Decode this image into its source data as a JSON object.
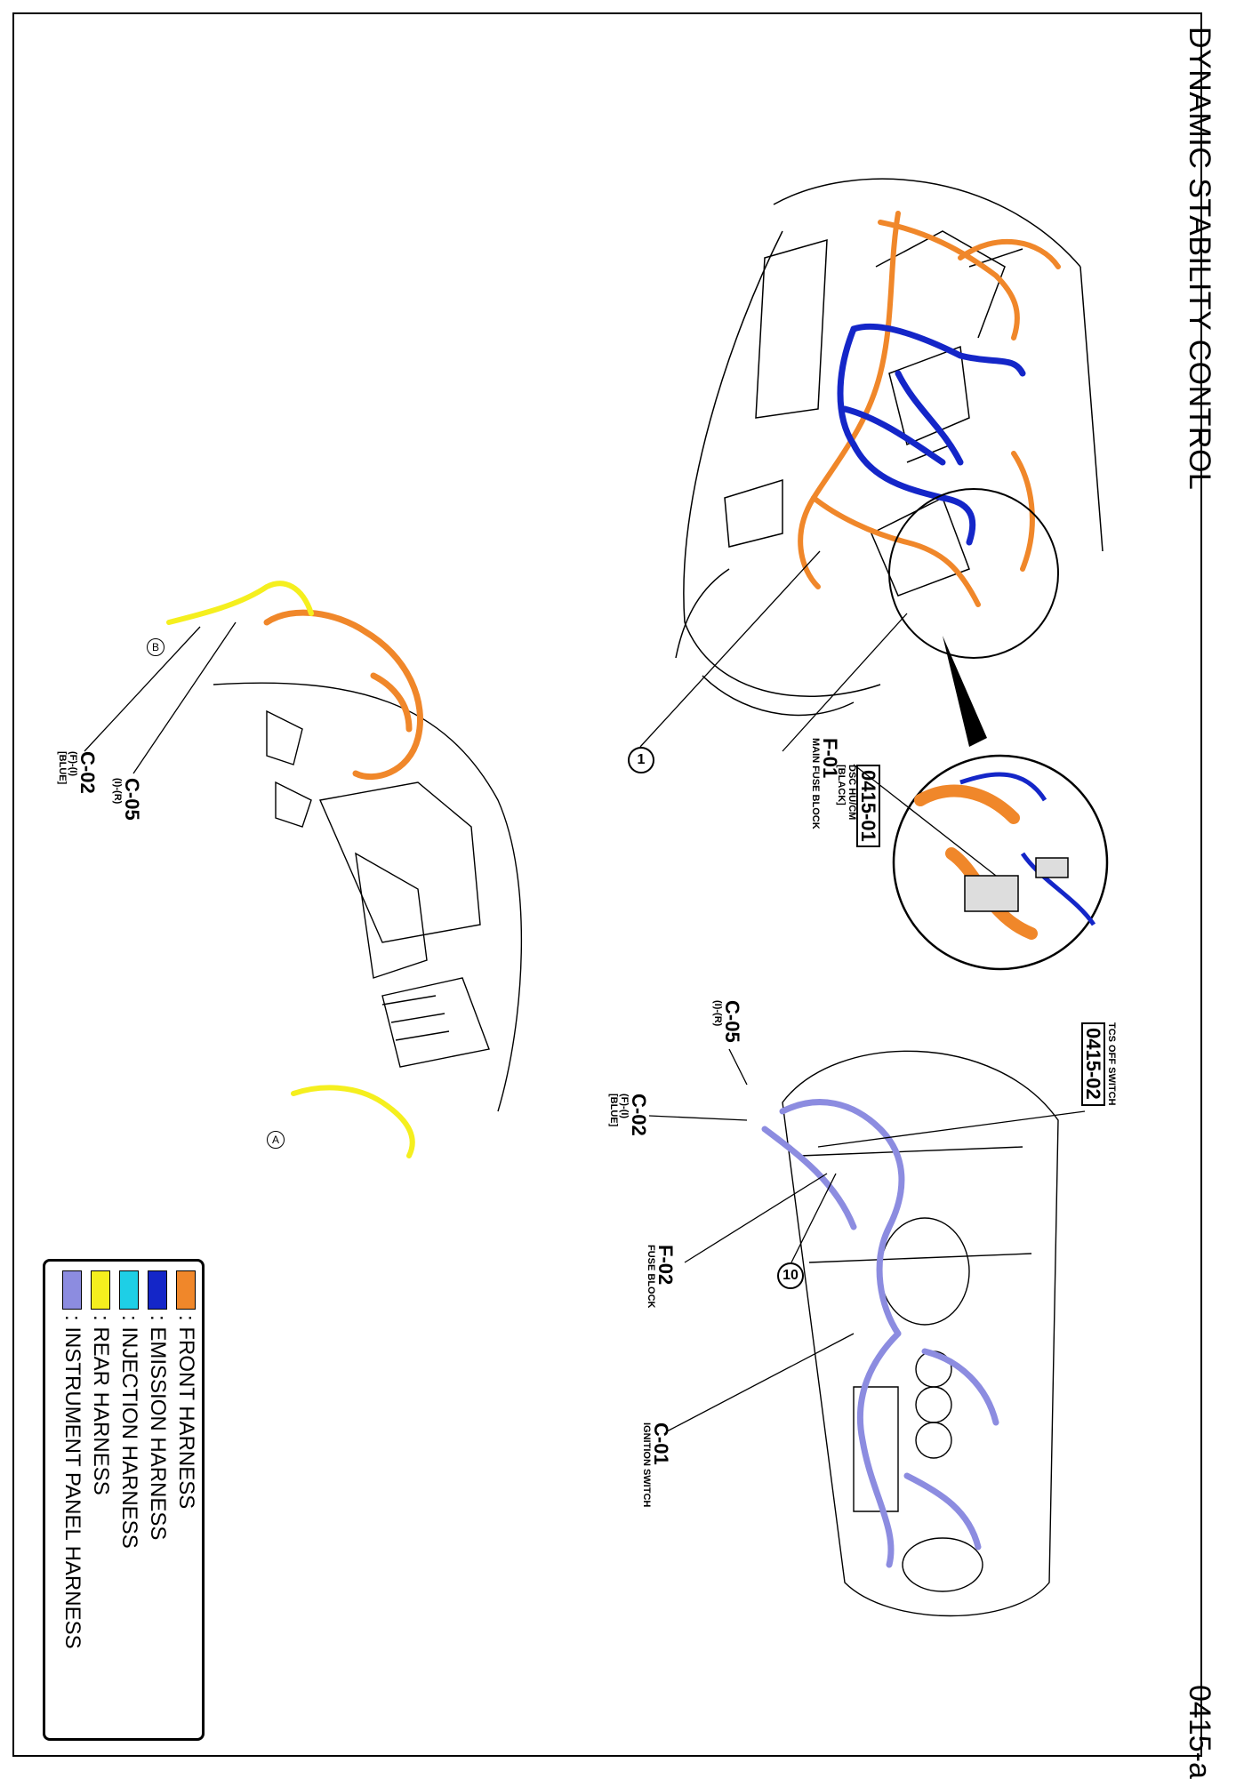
{
  "header": {
    "title": "DYNAMIC STABILITY CONTROL",
    "page_code": "0415-a"
  },
  "colors": {
    "front": "#f0872a",
    "emission": "#1426c8",
    "injection": "#1ecfe6",
    "rear": "#f5ef1e",
    "instrument": "#8c8ce0"
  },
  "legend": [
    {
      "label": ": FRONT HARNESS",
      "color": "#f0872a"
    },
    {
      "label": ": EMISSION HARNESS",
      "color": "#1426c8"
    },
    {
      "label": ": INJECTION HARNESS",
      "color": "#1ecfe6"
    },
    {
      "label": ": REAR HARNESS",
      "color": "#f5ef1e"
    },
    {
      "label": ": INSTRUMENT PANEL HARNESS",
      "color": "#8c8ce0"
    }
  ],
  "engine_labels": {
    "dsc_code": "0415-01",
    "dsc_name": "DSC HU/CM",
    "dsc_color": "[BLACK]",
    "f01_code": "F-01",
    "f01_name": "MAIN FUSE BLOCK",
    "callout_1": "1"
  },
  "floor_labels": {
    "c05_code": "C-05",
    "c05_sub": "(I)-(R)",
    "c02_code": "C-02",
    "c02_sub": "(F)-(I)",
    "c02_color": "[BLUE]",
    "letter_a": "A",
    "letter_b": "B"
  },
  "dash_labels": {
    "tcs_name": "TCS OFF SWITCH",
    "tcs_code": "0415-02",
    "c05_code": "C-05",
    "c05_sub": "(I)-(R)",
    "c02_code": "C-02",
    "c02_sub": "(F)-(I)",
    "c02_color": "[BLUE]",
    "f02_code": "F-02",
    "f02_name": "FUSE BLOCK",
    "c01_code": "C-01",
    "c01_name": "IGNITION SWITCH",
    "callout_10": "10"
  }
}
